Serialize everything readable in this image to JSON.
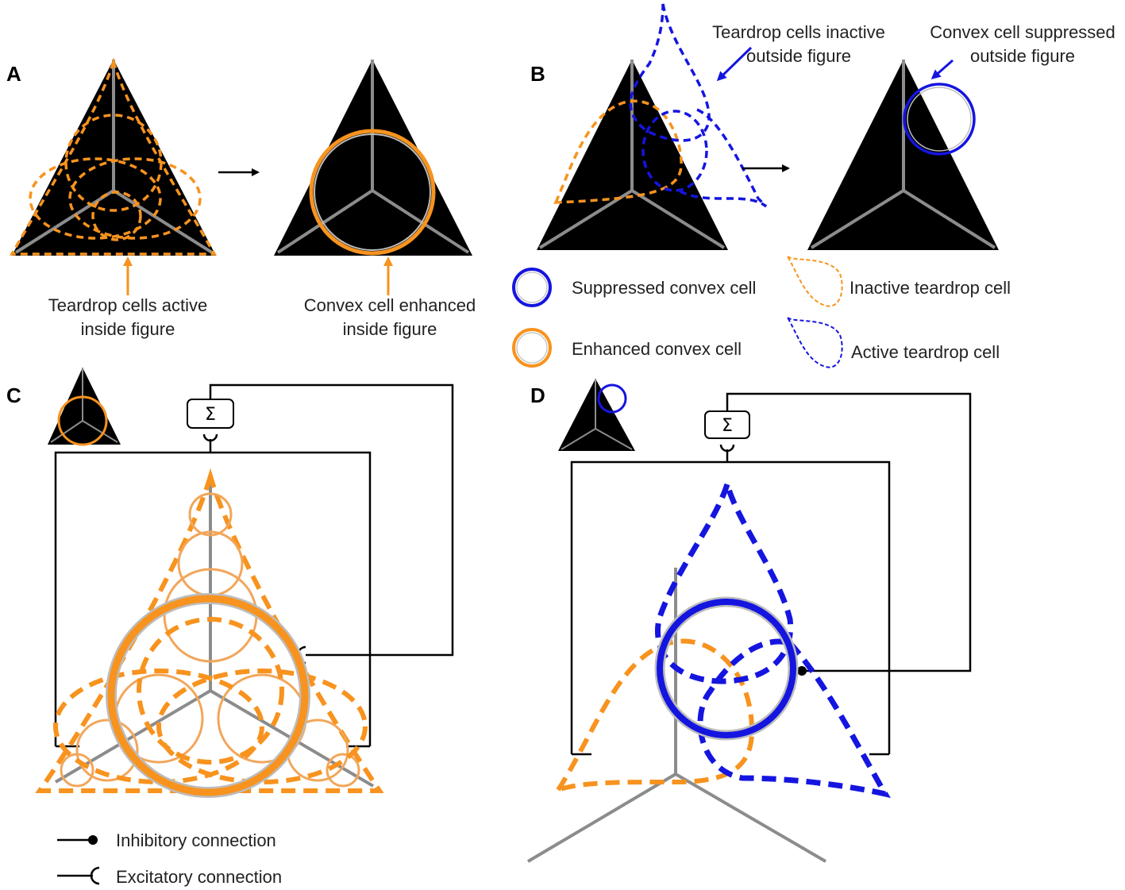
{
  "panels": {
    "a": "A",
    "b": "B",
    "c": "C",
    "d": "D"
  },
  "annotations": {
    "a_teardrop_line1": "Teardrop cells active",
    "a_teardrop_line2": "inside figure",
    "a_convex_line1": "Convex cell enhanced",
    "a_convex_line2": "inside figure",
    "b_teardrop_line1": "Teardrop cells inactive",
    "b_teardrop_line2": "outside figure",
    "b_convex_line1": "Convex cell suppressed",
    "b_convex_line2": "outside figure"
  },
  "legend": {
    "suppressed_convex": "Suppressed convex cell",
    "enhanced_convex": "Enhanced convex cell",
    "inactive_teardrop": "Inactive teardrop cell",
    "active_teardrop": "Active teardrop cell"
  },
  "connection_legend": {
    "inhibitory": "Inhibitory connection",
    "excitatory": "Excitatory connection"
  },
  "sum_symbol": "Σ",
  "colors": {
    "orange": "#F7931E",
    "blue": "#1515E0",
    "gray": "#8C8C8C",
    "figure_fill": "#000000"
  }
}
